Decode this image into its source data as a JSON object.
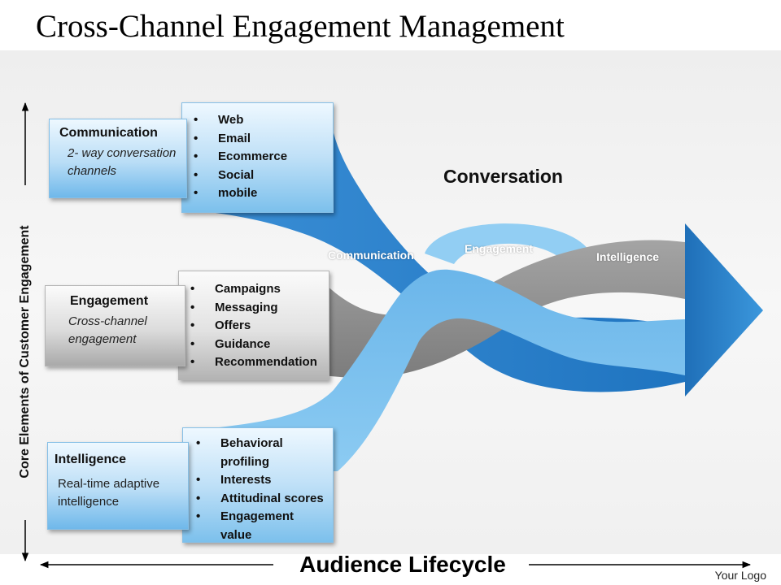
{
  "title": "Cross-Channel Engagement Management",
  "vertical_axis_label": "Core Elements of Customer Engagement",
  "horizontal_axis_label": "Audience Lifecycle",
  "logo_text": "Your Logo",
  "conversation_title": "Conversation",
  "flow_labels": {
    "communication": "Communication",
    "engagement": "Engagement",
    "intelligence": "Intelligence"
  },
  "communication": {
    "heading": "Communication",
    "description": "2- way conversation channels",
    "items": [
      "Web",
      "Email",
      "Ecommerce",
      "Social",
      "mobile"
    ]
  },
  "engagement": {
    "heading": "Engagement",
    "description": "Cross-channel engagement",
    "items": [
      "Campaigns",
      "Messaging",
      "Offers",
      "Guidance",
      "Recommendation"
    ]
  },
  "intelligence": {
    "heading": "Intelligence",
    "description": "Real-time adaptive intelligence",
    "items": [
      "Behavioral profiling",
      "Interests",
      "Attitudinal scores",
      "Engagement value"
    ]
  },
  "colors": {
    "dark_blue": "#2d86d0",
    "light_blue": "#7ec1ee",
    "gray": "#8e8e8e"
  }
}
